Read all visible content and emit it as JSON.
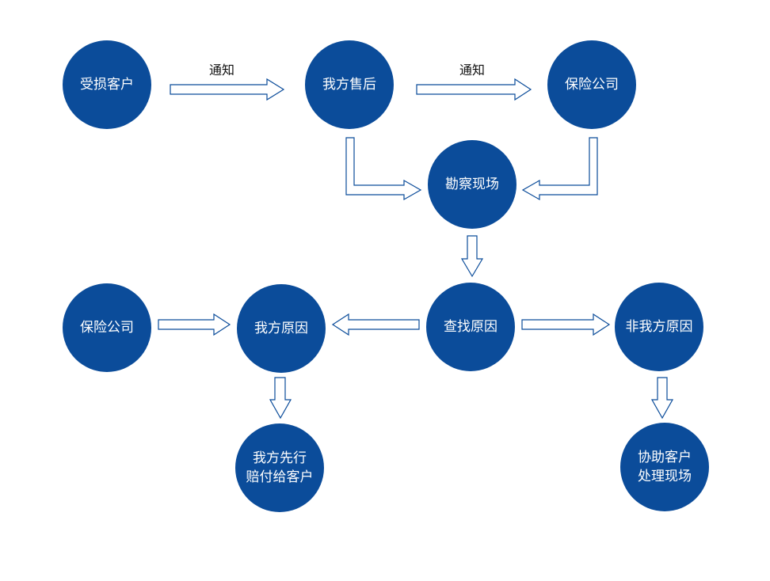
{
  "diagram": {
    "nodes": {
      "customer": "受损客户",
      "our_aftersales": "我方售后",
      "insurance_top": "保险公司",
      "survey_site": "勘察现场",
      "find_cause": "查找原因",
      "our_cause": "我方原因",
      "insurance_left": "保险公司",
      "not_our_cause": "非我方原因",
      "compensate_first": "我方先行\n赔付给客户",
      "assist_customer": "协助客户\n处理现场"
    },
    "edge_labels": {
      "customer_to_aftersales": "通知",
      "aftersales_to_insurance": "通知"
    },
    "colors": {
      "node_fill": "#0b4c9a",
      "node_text": "#ffffff",
      "arrow_fill": "#ffffff",
      "arrow_stroke": "#0b4c9a"
    }
  }
}
